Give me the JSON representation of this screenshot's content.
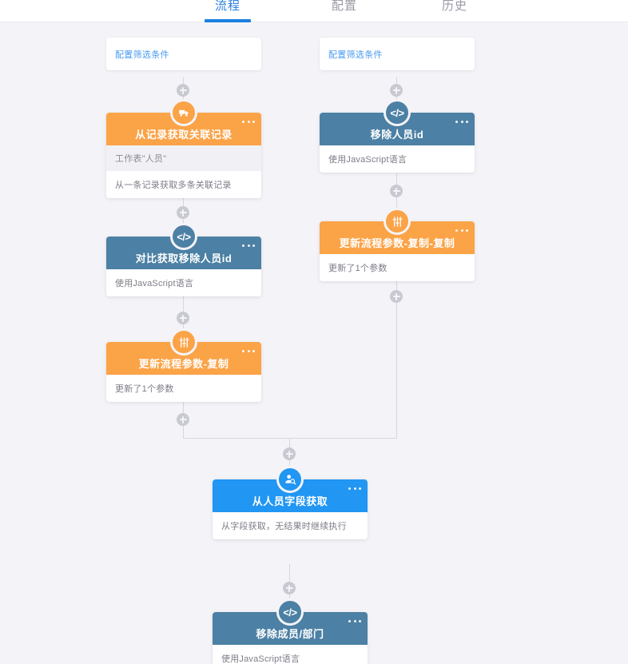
{
  "colors": {
    "background": "#f4f4f8",
    "orange": "#fba347",
    "slate": "#4c80a4",
    "blue": "#2196f3",
    "tab_active": "#2b7fe0",
    "tab_inactive": "#9a9aa5",
    "link": "#4a9bf0",
    "line": "#d6d6de",
    "plus": "#c9c9d2"
  },
  "tabs": [
    {
      "label": "流程",
      "active": true
    },
    {
      "label": "配置",
      "active": false
    },
    {
      "label": "历史",
      "active": false
    }
  ],
  "filters": {
    "left_label": "配置筛选条件",
    "right_label": "配置筛选条件"
  },
  "nodes": {
    "left_1": {
      "title": "从记录获取关联记录",
      "icon": "truck-icon",
      "theme": "orange",
      "rows": [
        "工作表\"人员\"",
        "从一条记录获取多条关联记录"
      ]
    },
    "left_2": {
      "title": "对比获取移除人员id",
      "icon": "code-icon",
      "theme": "slate",
      "rows": [
        "使用JavaScript语言"
      ]
    },
    "left_3": {
      "title": "更新流程参数-复制",
      "icon": "sliders-icon",
      "theme": "orange",
      "rows": [
        "更新了1个参数"
      ]
    },
    "right_1": {
      "title": "移除人员id",
      "icon": "code-icon",
      "theme": "slate",
      "rows": [
        "使用JavaScript语言"
      ]
    },
    "right_2": {
      "title": "更新流程参数-复制-复制",
      "icon": "sliders-icon",
      "theme": "orange",
      "rows": [
        "更新了1个参数"
      ]
    },
    "merge_1": {
      "title": "从人员字段获取",
      "icon": "person-search-icon",
      "theme": "blue",
      "rows": [
        "从字段获取，无结果时继续执行"
      ]
    },
    "merge_2": {
      "title": "移除成员/部门",
      "icon": "code-icon",
      "theme": "slate",
      "rows": [
        "使用JavaScript语言"
      ]
    }
  }
}
